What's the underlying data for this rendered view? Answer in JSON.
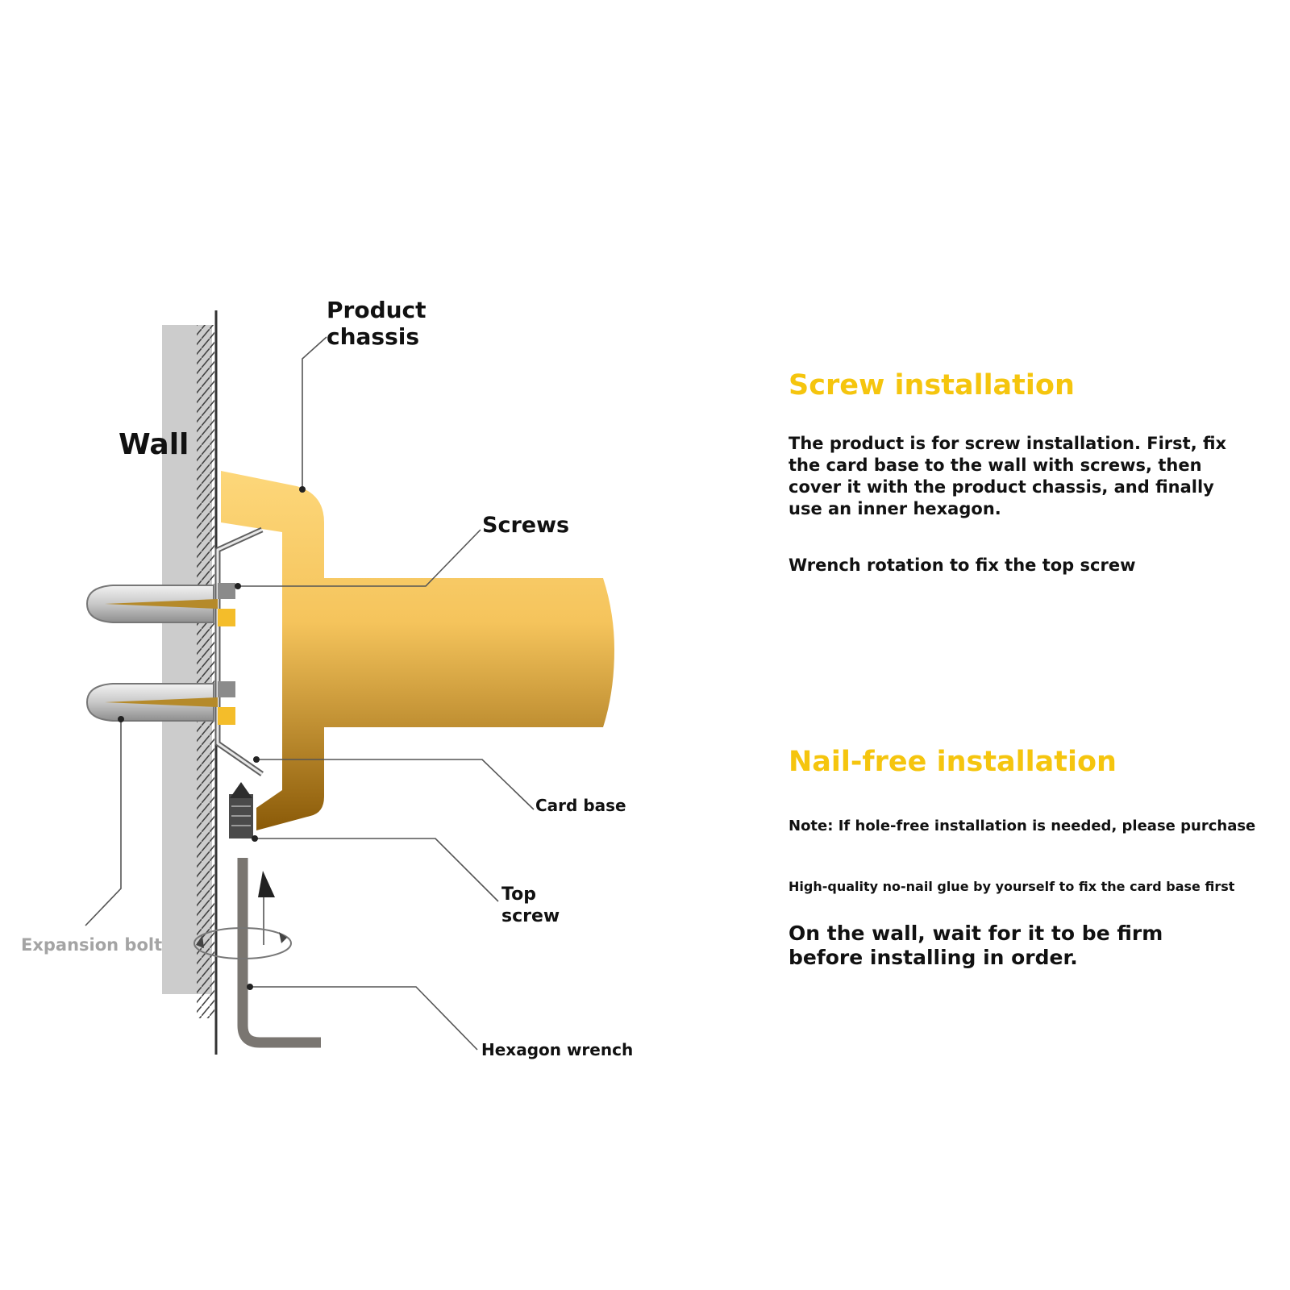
{
  "diagram": {
    "labels": {
      "wall": "Wall",
      "product_chassis": [
        "Product",
        "chassis"
      ],
      "screws": "Screws",
      "card_base": "Card base",
      "top_screw": [
        "Top",
        "screw"
      ],
      "expansion_bolt": "Expansion bolt",
      "hexagon_wrench": "Hexagon wrench"
    },
    "colors": {
      "chassis_light": "#fdd77a",
      "chassis_dark": "#8a5a08",
      "wall": "#cccccc",
      "metal": "#d6d6d6",
      "wrench": "#7a7671",
      "leader_line": "#555555"
    }
  },
  "screw_installation": {
    "title": "Screw installation",
    "description": "The product is for screw installation. First, fix the card base to the wall with screws, then cover it with the product chassis, and finally use an inner hexagon.",
    "note": "Wrench rotation to fix the top screw"
  },
  "nail_free_installation": {
    "title": "Nail-free installation",
    "note_1": "Note: If hole-free installation is needed, please purchase",
    "note_2": "High-quality no-nail glue by yourself to fix the card base first",
    "note_3": "On the wall, wait for it to be firm before installing in order."
  },
  "colors": {
    "heading_yellow": "#f5c50e",
    "body_text": "#111111",
    "muted_label": "#a4a4a4"
  }
}
